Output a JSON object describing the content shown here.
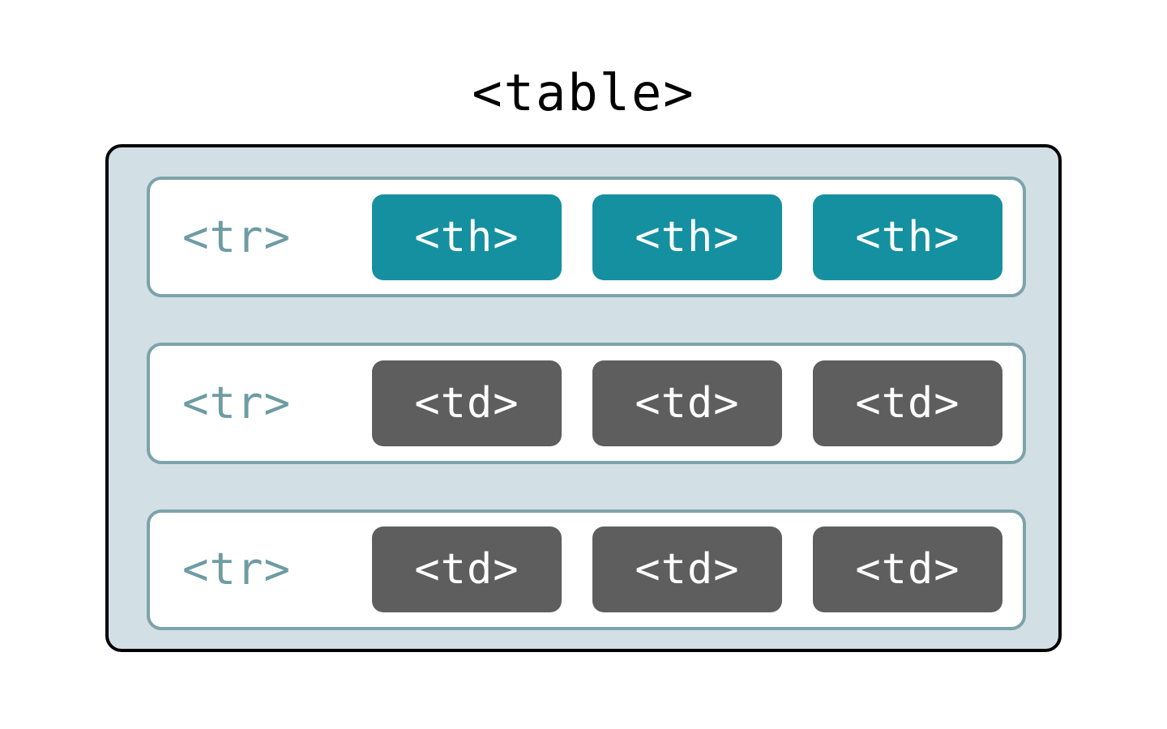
{
  "diagram": {
    "title": "<table>",
    "type": "html-table-structure",
    "colors": {
      "page_background": "#ffffff",
      "table_background": "#d2dfe5",
      "table_border": "#000000",
      "row_background": "#ffffff",
      "row_border": "#7da3aa",
      "row_label_text": "#6e9ca3",
      "header_cell_background": "#1590a0",
      "data_cell_background": "#5e5e5e",
      "cell_text": "#ffffff",
      "title_text": "#000000"
    },
    "rows": [
      {
        "label": "<tr>",
        "cell_type": "header",
        "cells": [
          {
            "label": "<th>"
          },
          {
            "label": "<th>"
          },
          {
            "label": "<th>"
          }
        ]
      },
      {
        "label": "<tr>",
        "cell_type": "data",
        "cells": [
          {
            "label": "<td>"
          },
          {
            "label": "<td>"
          },
          {
            "label": "<td>"
          }
        ]
      },
      {
        "label": "<tr>",
        "cell_type": "data",
        "cells": [
          {
            "label": "<td>"
          },
          {
            "label": "<td>"
          },
          {
            "label": "<td>"
          }
        ]
      }
    ]
  }
}
